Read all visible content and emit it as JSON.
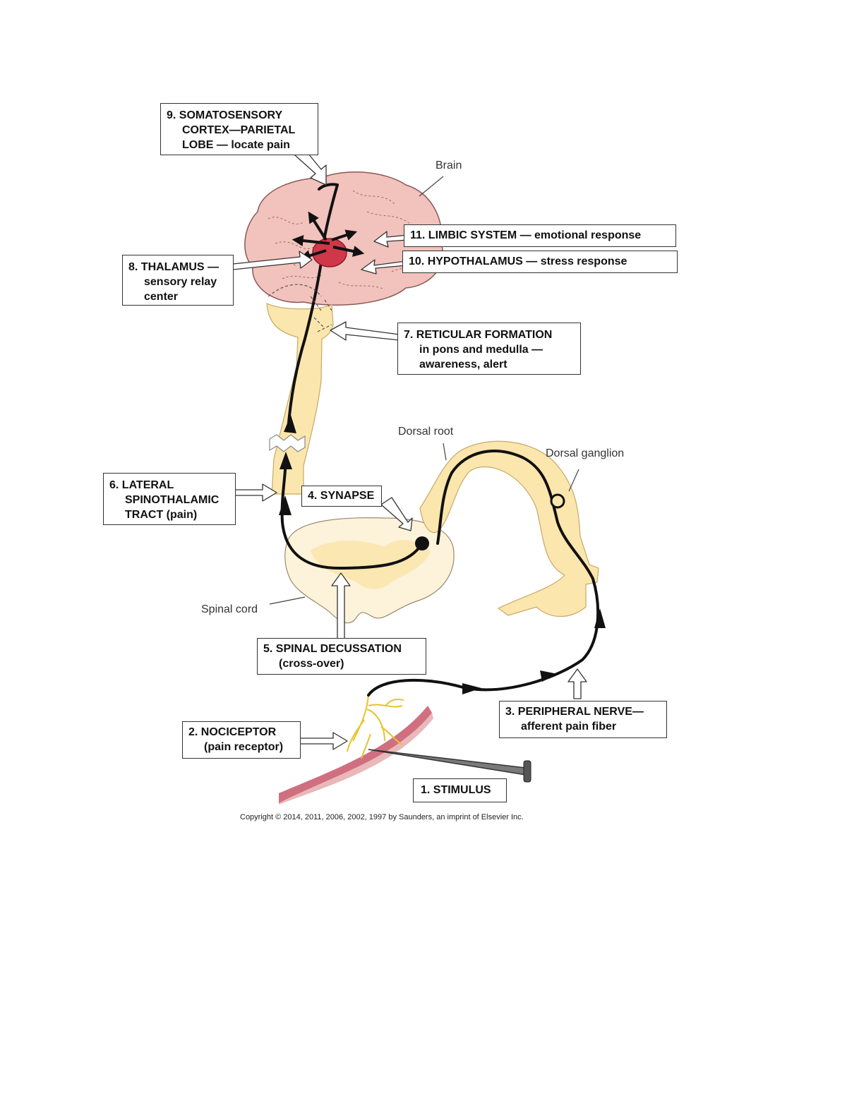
{
  "labels": {
    "cortex": [
      "9. SOMATOSENSORY",
      "CORTEX—PARIETAL",
      "LOBE — locate pain"
    ],
    "brain": "Brain",
    "limbic": "11. LIMBIC SYSTEM — emotional response",
    "hypothalamus": "10. HYPOTHALAMUS — stress response",
    "thalamus": [
      "8. THALAMUS —",
      "sensory relay",
      "center"
    ],
    "reticular": [
      "7. RETICULAR FORMATION",
      "in pons and medulla —",
      "awareness, alert"
    ],
    "dorsal_root": "Dorsal root",
    "dorsal_ganglion": "Dorsal ganglion",
    "lateral_tract": [
      "6. LATERAL",
      "SPINOTHALAMIC",
      "TRACT (pain)"
    ],
    "synapse": "4. SYNAPSE",
    "spinal_cord": "Spinal cord",
    "decussation": [
      "5. SPINAL DECUSSATION",
      "(cross-over)"
    ],
    "peripheral_nerve": [
      "3. PERIPHERAL NERVE—",
      "afferent pain fiber"
    ],
    "nociceptor": [
      "2. NOCICEPTOR",
      "(pain receptor)"
    ],
    "stimulus": "1. STIMULUS"
  },
  "copyright": "Copyright © 2014, 2011, 2006, 2002, 1997 by Saunders, an imprint of Elsevier Inc.",
  "colors": {
    "brain": "#f2c2bc",
    "thalamus": "#d0384a",
    "nerve_tissue": "#fbe6ad",
    "skin": "#c7566a",
    "receptor": "#e5c52e",
    "pathway": "#111111"
  }
}
